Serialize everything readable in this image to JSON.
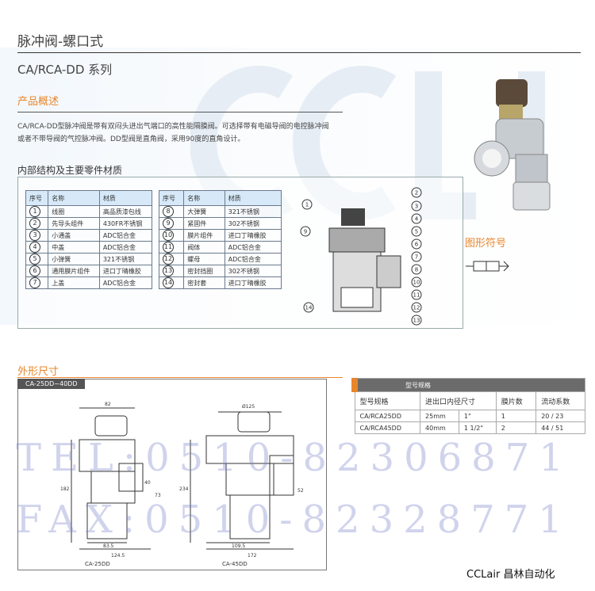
{
  "title": "脉冲阀-螺口式",
  "series": "CA/RCA-DD  系列",
  "overview_heading": "产品概述",
  "description": [
    "CA/RCA-DD型脉冲阀是带有双闷头进出气端口的高性能隔膜阀。可选择带有电磁导阀的电控脉冲阀",
    "或者不带导阀的气控脉冲阀。DD型阀是直角阀，采用90度的直角设计。"
  ],
  "structure_heading": "内部结构及主要零件材质",
  "parts_headers": [
    "序号",
    "名称",
    "材质"
  ],
  "parts_left": [
    [
      "1",
      "线圈",
      "高品质漆包线"
    ],
    [
      "2",
      "先导头组件",
      "430FR不锈钢"
    ],
    [
      "3",
      "小通盖",
      "ADC铝合金"
    ],
    [
      "4",
      "中盖",
      "ADC铝合金"
    ],
    [
      "5",
      "小弹簧",
      "321不锈钢"
    ],
    [
      "6",
      "通用膜片组件",
      "进口丁晴橡胶"
    ],
    [
      "7",
      "上盖",
      "ADC铝合金"
    ]
  ],
  "parts_right": [
    [
      "8",
      "大弹簧",
      "321不锈钢"
    ],
    [
      "9",
      "紧固件",
      "302不锈钢"
    ],
    [
      "10",
      "膜片组件",
      "进口丁晴橡胶"
    ],
    [
      "11",
      "阀体",
      "ADC铝合金"
    ],
    [
      "12",
      "螺母",
      "ADC铝合金"
    ],
    [
      "13",
      "密封挡圈",
      "302不锈钢"
    ],
    [
      "14",
      "密封套",
      "进口丁晴橡胶"
    ]
  ],
  "symbol_label": "图形符号",
  "dimensions_heading": "外形尺寸",
  "dim_tab": "CA-25DD~40DD",
  "drawings": [
    {
      "label": "CA-25DD",
      "dims": [
        "82",
        "182",
        "83.5",
        "124.5",
        "40",
        "73"
      ]
    },
    {
      "label": "CA-45DD",
      "dims": [
        "Ø125",
        "234",
        "109.5",
        "172",
        "52"
      ]
    }
  ],
  "spec": {
    "title": "型号规格",
    "headers": [
      "型号规格",
      "进出口内径尺寸",
      "膜片数",
      "流动系数"
    ],
    "rows": [
      [
        "CA/RCA25DD",
        "25mm",
        "1\"",
        "1",
        "20 / 23"
      ],
      [
        "CA/RCA45DD",
        "40mm",
        "1 1/2\"",
        "2",
        "44 / 51"
      ]
    ]
  },
  "watermark_tel": "TEL:0510-82306871",
  "watermark_fax": "FAX:0510-82328771",
  "logo_bg": "CCLair",
  "footer": "CCLair 昌林自动化"
}
